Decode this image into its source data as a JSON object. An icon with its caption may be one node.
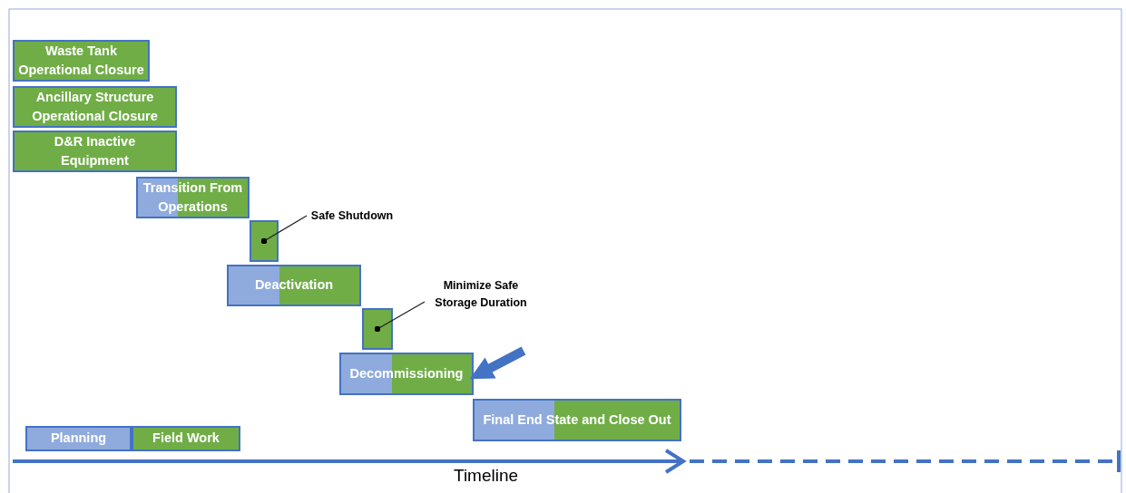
{
  "diagram": {
    "nodes": [
      {
        "text": [
          "Waste Tank Operational Closure"
        ]
      },
      {
        "text": [
          "Ancillary Structure Operational Closure"
        ]
      },
      {
        "text": [
          "D&R Inactive Equipment"
        ]
      },
      {
        "text": [
          "Transition From Operations"
        ]
      },
      {
        "text": [],
        "shape": "box"
      },
      {
        "text": [
          "Safe Shutdown"
        ]
      },
      {
        "text": [
          "Deactivation"
        ]
      },
      {
        "text": [],
        "shape": "box"
      },
      {
        "text": [
          "Minimize Safe Storage Duration"
        ]
      },
      {
        "text": [
          "Decommissioning"
        ]
      },
      {
        "text": [
          "Final End State and Close Out"
        ]
      },
      {
        "text": [
          "Planning"
        ]
      },
      {
        "text": [
          "Field Work"
        ]
      }
    ],
    "edges": [
      {
        "from": 5,
        "to": 4,
        "arrow": "other"
      },
      {
        "from": 8,
        "to": 7,
        "arrow": "other"
      },
      {
        "from": null,
        "to": 9,
        "arrow": "to",
        "style": "thick",
        "color": "#4472c4"
      }
    ],
    "labels": [
      "Timeline"
    ]
  }
}
